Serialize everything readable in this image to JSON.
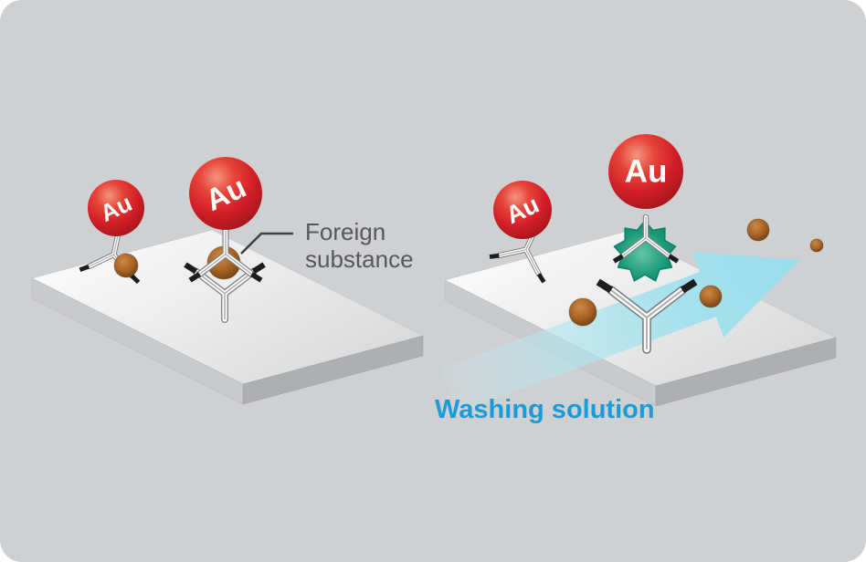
{
  "scene": {
    "background": "#cfd0d2",
    "left_panel": {
      "au_particle_1": {
        "label": "Au"
      },
      "au_particle_2": {
        "label": "Au"
      },
      "foreign_label": {
        "line1": "Foreign",
        "line2": "substance",
        "color": "#57585c"
      }
    },
    "right_panel": {
      "au_particle_3": {
        "label": "Au"
      },
      "au_particle_4": {
        "label": "Au"
      },
      "washing_label": {
        "text": "Washing solution",
        "color": "#1b9cd9"
      }
    },
    "palette": {
      "au_red": "#d21f27",
      "foreign_substance_brown": "#a05d22",
      "antigen_green": "#12916f",
      "washing_arrow_cyan": "#9fdfec",
      "plate_gray": "#e8e9ea",
      "antibody_outline_gray": "#7d7f82",
      "antibody_tip_black": "#1c1d1f"
    }
  }
}
